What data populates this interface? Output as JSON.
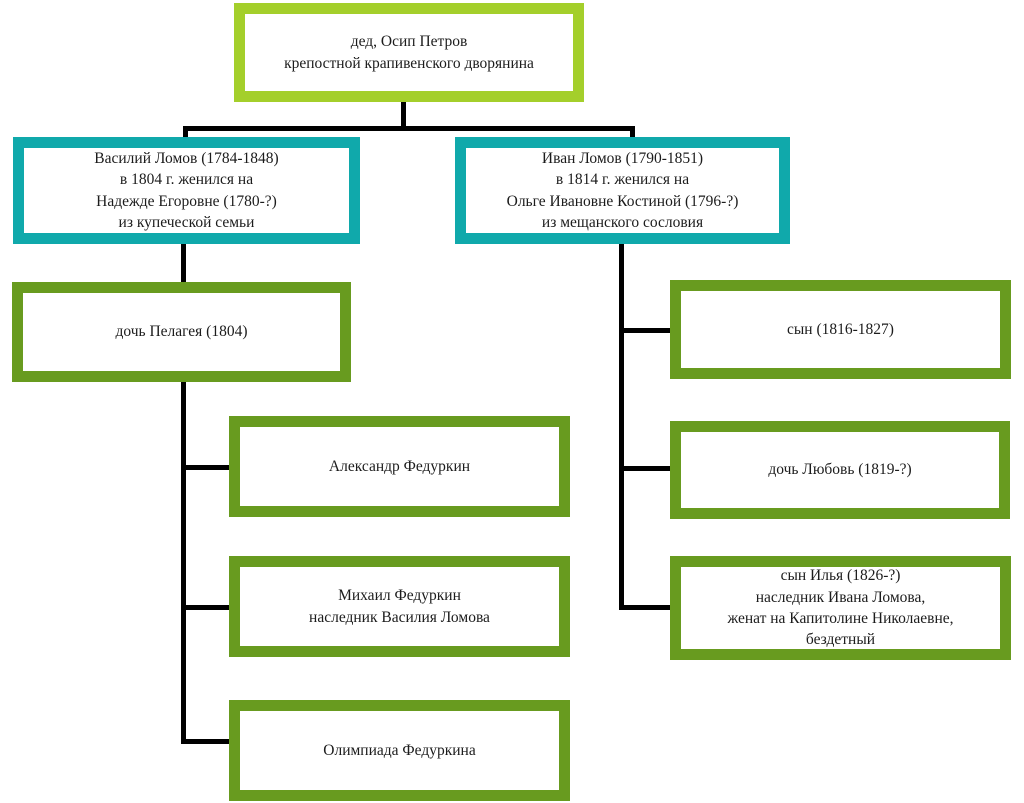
{
  "palette": {
    "lime": "#a4cf2b",
    "teal": "#10a9ab",
    "green": "#689b1f",
    "line": "#000000",
    "background": "#ffffff",
    "text": "#1c1c1c"
  },
  "nodes": {
    "grandfather": {
      "text": "дед, Осип Петров\nкрепостной крапивенского дворянина"
    },
    "vasily": {
      "text": "Василий Ломов (1784-1848)\nв 1804 г. женился на\nНадежде Егоровне (1780-?)\nиз купеческой семьи"
    },
    "ivan": {
      "text": "Иван Ломов (1790-1851)\nв 1814 г. женился на\nОльге Ивановне Костиной (1796-?)\nиз мещанского сословия"
    },
    "pelageya": {
      "text": "дочь Пелагея (1804)"
    },
    "son": {
      "text": "сын (1816-1827)"
    },
    "alexandr": {
      "text": "Александр Федуркин"
    },
    "lyubov": {
      "text": "дочь Любовь (1819-?)"
    },
    "mikhail": {
      "text": "Михаил Федуркин\nнаследник Василия Ломова"
    },
    "ilya": {
      "text": "сын Илья (1826-?)\nнаследник Ивана Ломова,\nженат на Капитолине Николаевне,\nбездетный"
    },
    "olimpiada": {
      "text": "Олимпиада Федуркина"
    }
  }
}
